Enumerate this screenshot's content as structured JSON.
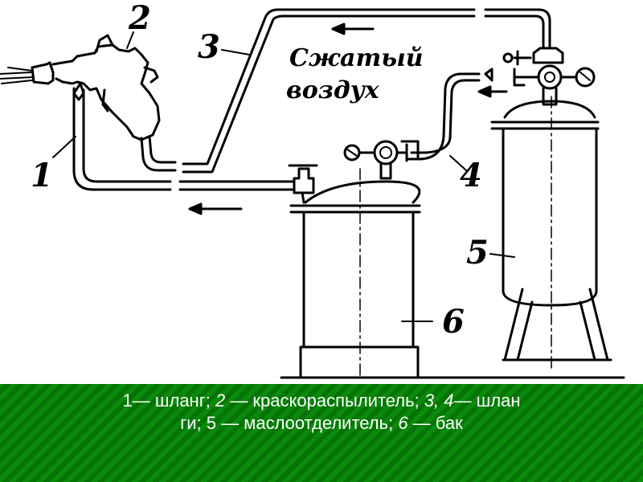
{
  "diagram": {
    "labels": {
      "n1": "1",
      "n2": "2",
      "n3": "3",
      "n4": "4",
      "n5": "5",
      "n6": "6"
    },
    "air_text": {
      "line1": "Сжатый",
      "line2": "воздух"
    }
  },
  "caption": {
    "p1": "1— шланг; ",
    "p2": "2",
    "p3": " — краскораспылитель; ",
    "p4": "3, 4",
    "p5": "— шлан",
    "p6": "ги; 5 — маслоотделитель; ",
    "p7": "6",
    "p8": " — бак"
  },
  "colors": {
    "caption_bg": "#0b7a0b",
    "caption_text": "#ffffff",
    "drawing": "#000000"
  }
}
